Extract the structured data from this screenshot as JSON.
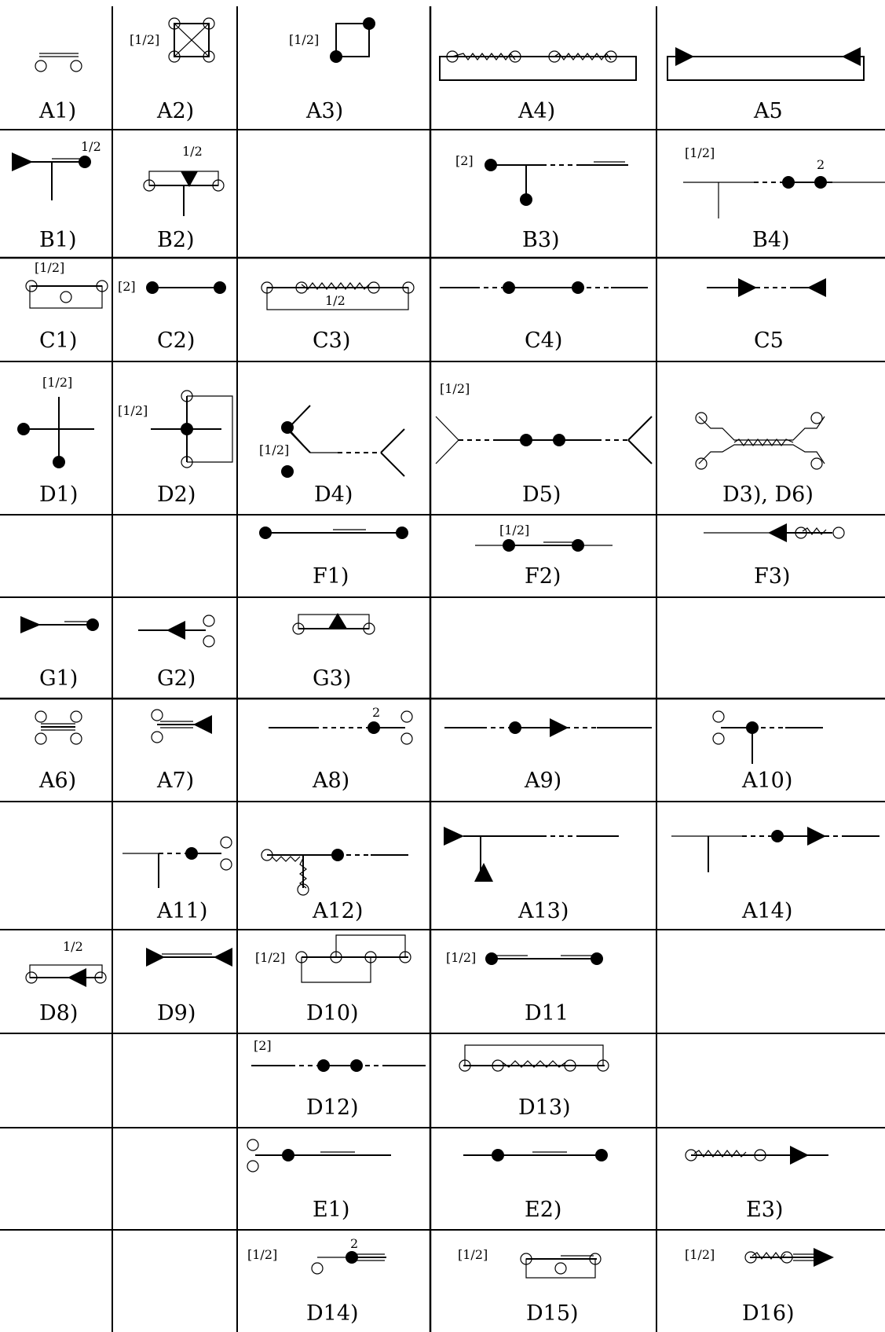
{
  "cells": [
    {
      "id": "c-r0-0",
      "label": "A1)",
      "tag": ""
    },
    {
      "id": "c-r0-1",
      "label": "A2)",
      "tag": "[1/2]"
    },
    {
      "id": "c-r0-2",
      "label": "A3)",
      "tag": "[1/2]"
    },
    {
      "id": "c-r0-3",
      "label": "A4)",
      "tag": ""
    },
    {
      "id": "c-r0-4",
      "label": "A5",
      "tag": ""
    },
    {
      "id": "c-r1-0",
      "label": "B1)",
      "tag": "1/2"
    },
    {
      "id": "c-r1-1",
      "label": "B2)",
      "tag": "1/2"
    },
    {
      "id": "c-r1-3",
      "label": "B3)",
      "tag": "[2]"
    },
    {
      "id": "c-r1-4",
      "label": "B4)",
      "tag": "[1/2]",
      "tag2": "2"
    },
    {
      "id": "c-r2-0",
      "label": "C1)",
      "tag": "[1/2]"
    },
    {
      "id": "c-r2-1",
      "label": "C2)",
      "tag": "[2]"
    },
    {
      "id": "c-r2-2",
      "label": "C3)",
      "tag": "1/2"
    },
    {
      "id": "c-r2-3",
      "label": "C4)",
      "tag": ""
    },
    {
      "id": "c-r2-4",
      "label": "C5",
      "tag": ""
    },
    {
      "id": "c-r3-0",
      "label": "D1)",
      "tag": "[1/2]"
    },
    {
      "id": "c-r3-1",
      "label": "D2)",
      "tag": "[1/2]"
    },
    {
      "id": "c-r3-2",
      "label": "D4)",
      "tag": "[1/2]"
    },
    {
      "id": "c-r3-3",
      "label": "D5)",
      "tag": "[1/2]"
    },
    {
      "id": "c-r3-4",
      "label": "D3), D6)",
      "tag": ""
    },
    {
      "id": "c-r4-2",
      "label": "F1)",
      "tag": ""
    },
    {
      "id": "c-r4-3",
      "label": "F2)",
      "tag": "[1/2]"
    },
    {
      "id": "c-r4-4",
      "label": "F3)",
      "tag": ""
    },
    {
      "id": "c-r5-0",
      "label": "G1)",
      "tag": ""
    },
    {
      "id": "c-r5-1",
      "label": "G2)",
      "tag": ""
    },
    {
      "id": "c-r5-2",
      "label": "G3)",
      "tag": ""
    },
    {
      "id": "c-r6-0",
      "label": "A6)",
      "tag": ""
    },
    {
      "id": "c-r6-1",
      "label": "A7)",
      "tag": ""
    },
    {
      "id": "c-r6-2",
      "label": "A8)",
      "tag": "2"
    },
    {
      "id": "c-r6-3",
      "label": "A9)",
      "tag": ""
    },
    {
      "id": "c-r6-4",
      "label": "A10)",
      "tag": ""
    },
    {
      "id": "c-r7-1",
      "label": "A11)",
      "tag": ""
    },
    {
      "id": "c-r7-2",
      "label": "A12)",
      "tag": ""
    },
    {
      "id": "c-r7-3",
      "label": "A13)",
      "tag": ""
    },
    {
      "id": "c-r7-4",
      "label": "A14)",
      "tag": ""
    },
    {
      "id": "c-r8-0",
      "label": "D8)",
      "tag": "1/2"
    },
    {
      "id": "c-r8-1",
      "label": "D9)",
      "tag": ""
    },
    {
      "id": "c-r8-2",
      "label": "D10)",
      "tag": "[1/2]"
    },
    {
      "id": "c-r8-3",
      "label": "D11",
      "tag": "[1/2]"
    },
    {
      "id": "c-r9-2",
      "label": "D12)",
      "tag": "[2]"
    },
    {
      "id": "c-r9-3",
      "label": "D13)",
      "tag": ""
    },
    {
      "id": "c-r10-2",
      "label": "E1)",
      "tag": ""
    },
    {
      "id": "c-r10-3",
      "label": "E2)",
      "tag": ""
    },
    {
      "id": "c-r10-4",
      "label": "E3)",
      "tag": ""
    },
    {
      "id": "c-r11-2",
      "label": "D14)",
      "tag": "[1/2]",
      "tag2": "2"
    },
    {
      "id": "c-r11-3",
      "label": "D15)",
      "tag": "[1/2]"
    },
    {
      "id": "c-r11-4",
      "label": "D16)",
      "tag": "[1/2]"
    }
  ]
}
